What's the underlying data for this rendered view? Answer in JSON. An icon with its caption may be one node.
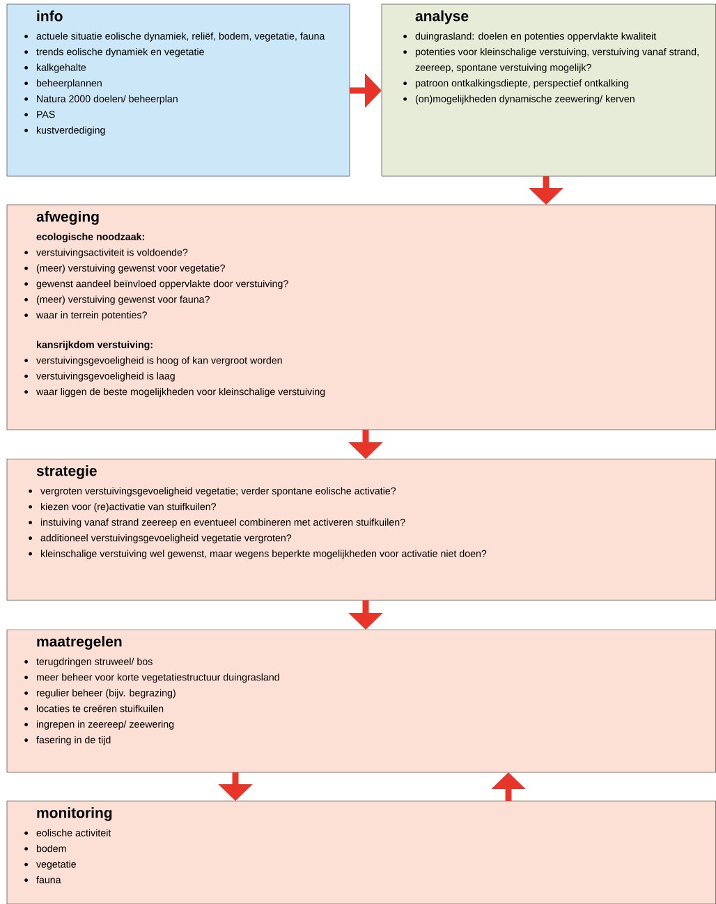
{
  "diagram": {
    "nodes": [
      {
        "text": [
          "info",
          "actuele situatie eolische dynamiek, reliëf, bodem, vegetatie, fauna",
          "trends eolische dynamiek en vegetatie",
          "kalkgehalte",
          "beheerplannen",
          "Natura 2000 doelen/ beheerplan",
          "PAS",
          "kustverdediging"
        ]
      },
      {
        "text": [
          "analyse",
          "duingrasland: doelen en potenties oppervlakte kwaliteit",
          "potenties voor kleinschalige verstuiving, verstuiving vanaf strand, zeereep, spontane verstuiving mogelijk?",
          "patroon ontkalkingsdiepte, perspectief ontkalking",
          "(on)mogelijkheden dynamische zeewering/ kerven"
        ]
      },
      {
        "text": [
          "afweging",
          "ecologische noodzaak:",
          "verstuivingsactiviteit is voldoende?",
          "(meer) verstuiving gewenst voor vegetatie?",
          "gewenst aandeel beïnvloed oppervlakte door verstuiving?",
          "(meer) verstuiving gewenst voor fauna?",
          "waar in terrein potenties?",
          "kansrijkdom verstuiving:",
          "verstuivingsgevoeligheid is hoog of kan vergroot worden",
          "verstuivingsgevoeligheid is laag",
          "waar liggen de beste mogelijkheden voor kleinschalige verstuiving"
        ]
      },
      {
        "text": [
          "strategie",
          "vergroten verstuivingsgevoeligheid vegetatie; verder spontane eolische activatie?",
          "kiezen voor (re)activatie van stuifkuilen?",
          "instuiving vanaf strand zeereep en eventueel combineren met activeren stuifkuilen?",
          "additioneel verstuivingsgevoeligheid vegetatie vergroten?",
          "kleinschalige verstuiving wel gewenst, maar wegens beperkte mogelijkheden voor activatie niet doen?"
        ]
      },
      {
        "text": [
          "maatregelen",
          "terugdringen struweel/ bos",
          "meer beheer voor korte vegetatiestructuur duingrasland",
          "regulier beheer (bijv. begrazing)",
          "locaties te creëren stuifkuilen",
          "ingrepen in zeereep/ zeewering",
          "fasering in de tijd"
        ]
      },
      {
        "text": [
          "monitoring",
          "eolische activiteit",
          "bodem",
          "vegetatie",
          "fauna"
        ]
      }
    ],
    "edges": [
      {
        "from": 0,
        "to": 1,
        "arrow": "to"
      },
      {
        "from": 1,
        "to": 2,
        "arrow": "to"
      },
      {
        "from": 2,
        "to": 3,
        "arrow": "to"
      },
      {
        "from": 3,
        "to": 4,
        "arrow": "to"
      },
      {
        "from": 4,
        "to": 5,
        "arrow": "to"
      },
      {
        "from": 5,
        "to": 4,
        "arrow": "to"
      }
    ]
  }
}
